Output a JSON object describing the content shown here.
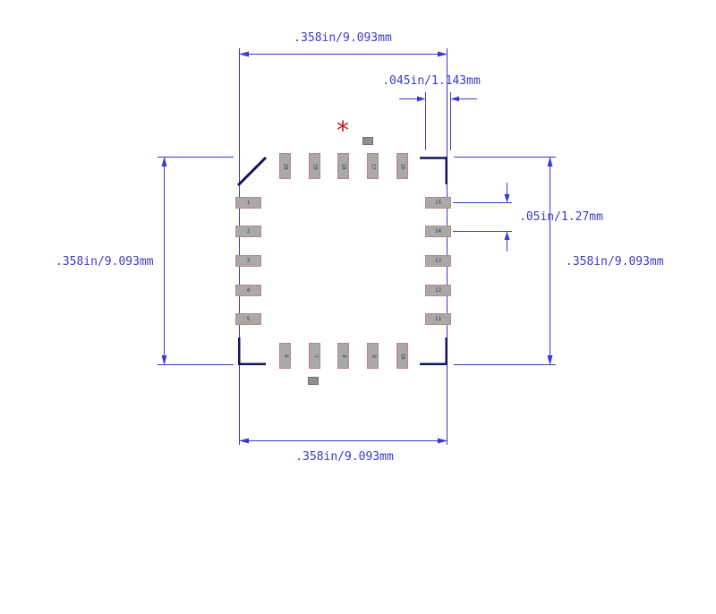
{
  "diagram": {
    "pin1_marker": "*",
    "dimensions": {
      "top": ".358in/9.093mm",
      "bottom": ".358in/9.093mm",
      "left": ".358in/9.093mm",
      "right": ".358in/9.093mm",
      "pad_size": ".045in/1.143mm",
      "pitch": ".05in/1.27mm"
    },
    "pins": {
      "top_row_left_to_right": [
        "20",
        "19",
        "18",
        "17",
        "16"
      ],
      "right_col_top_to_bottom": [
        "15",
        "14",
        "13",
        "12",
        "11"
      ],
      "bottom_row_left_to_right": [
        "6",
        "7",
        "8",
        "9",
        "10"
      ],
      "left_col_top_to_bottom": [
        "1",
        "2",
        "3",
        "4",
        "5"
      ]
    },
    "colors": {
      "dimension_blue": "#3a3acc",
      "outline_navy": "#14145a",
      "pad_fill": "#a9a9a9",
      "pad_border": "#bb8484",
      "marker_gray": "#8f8f8f",
      "asterisk_red": "#cc1111",
      "background": "#ffffff"
    }
  }
}
